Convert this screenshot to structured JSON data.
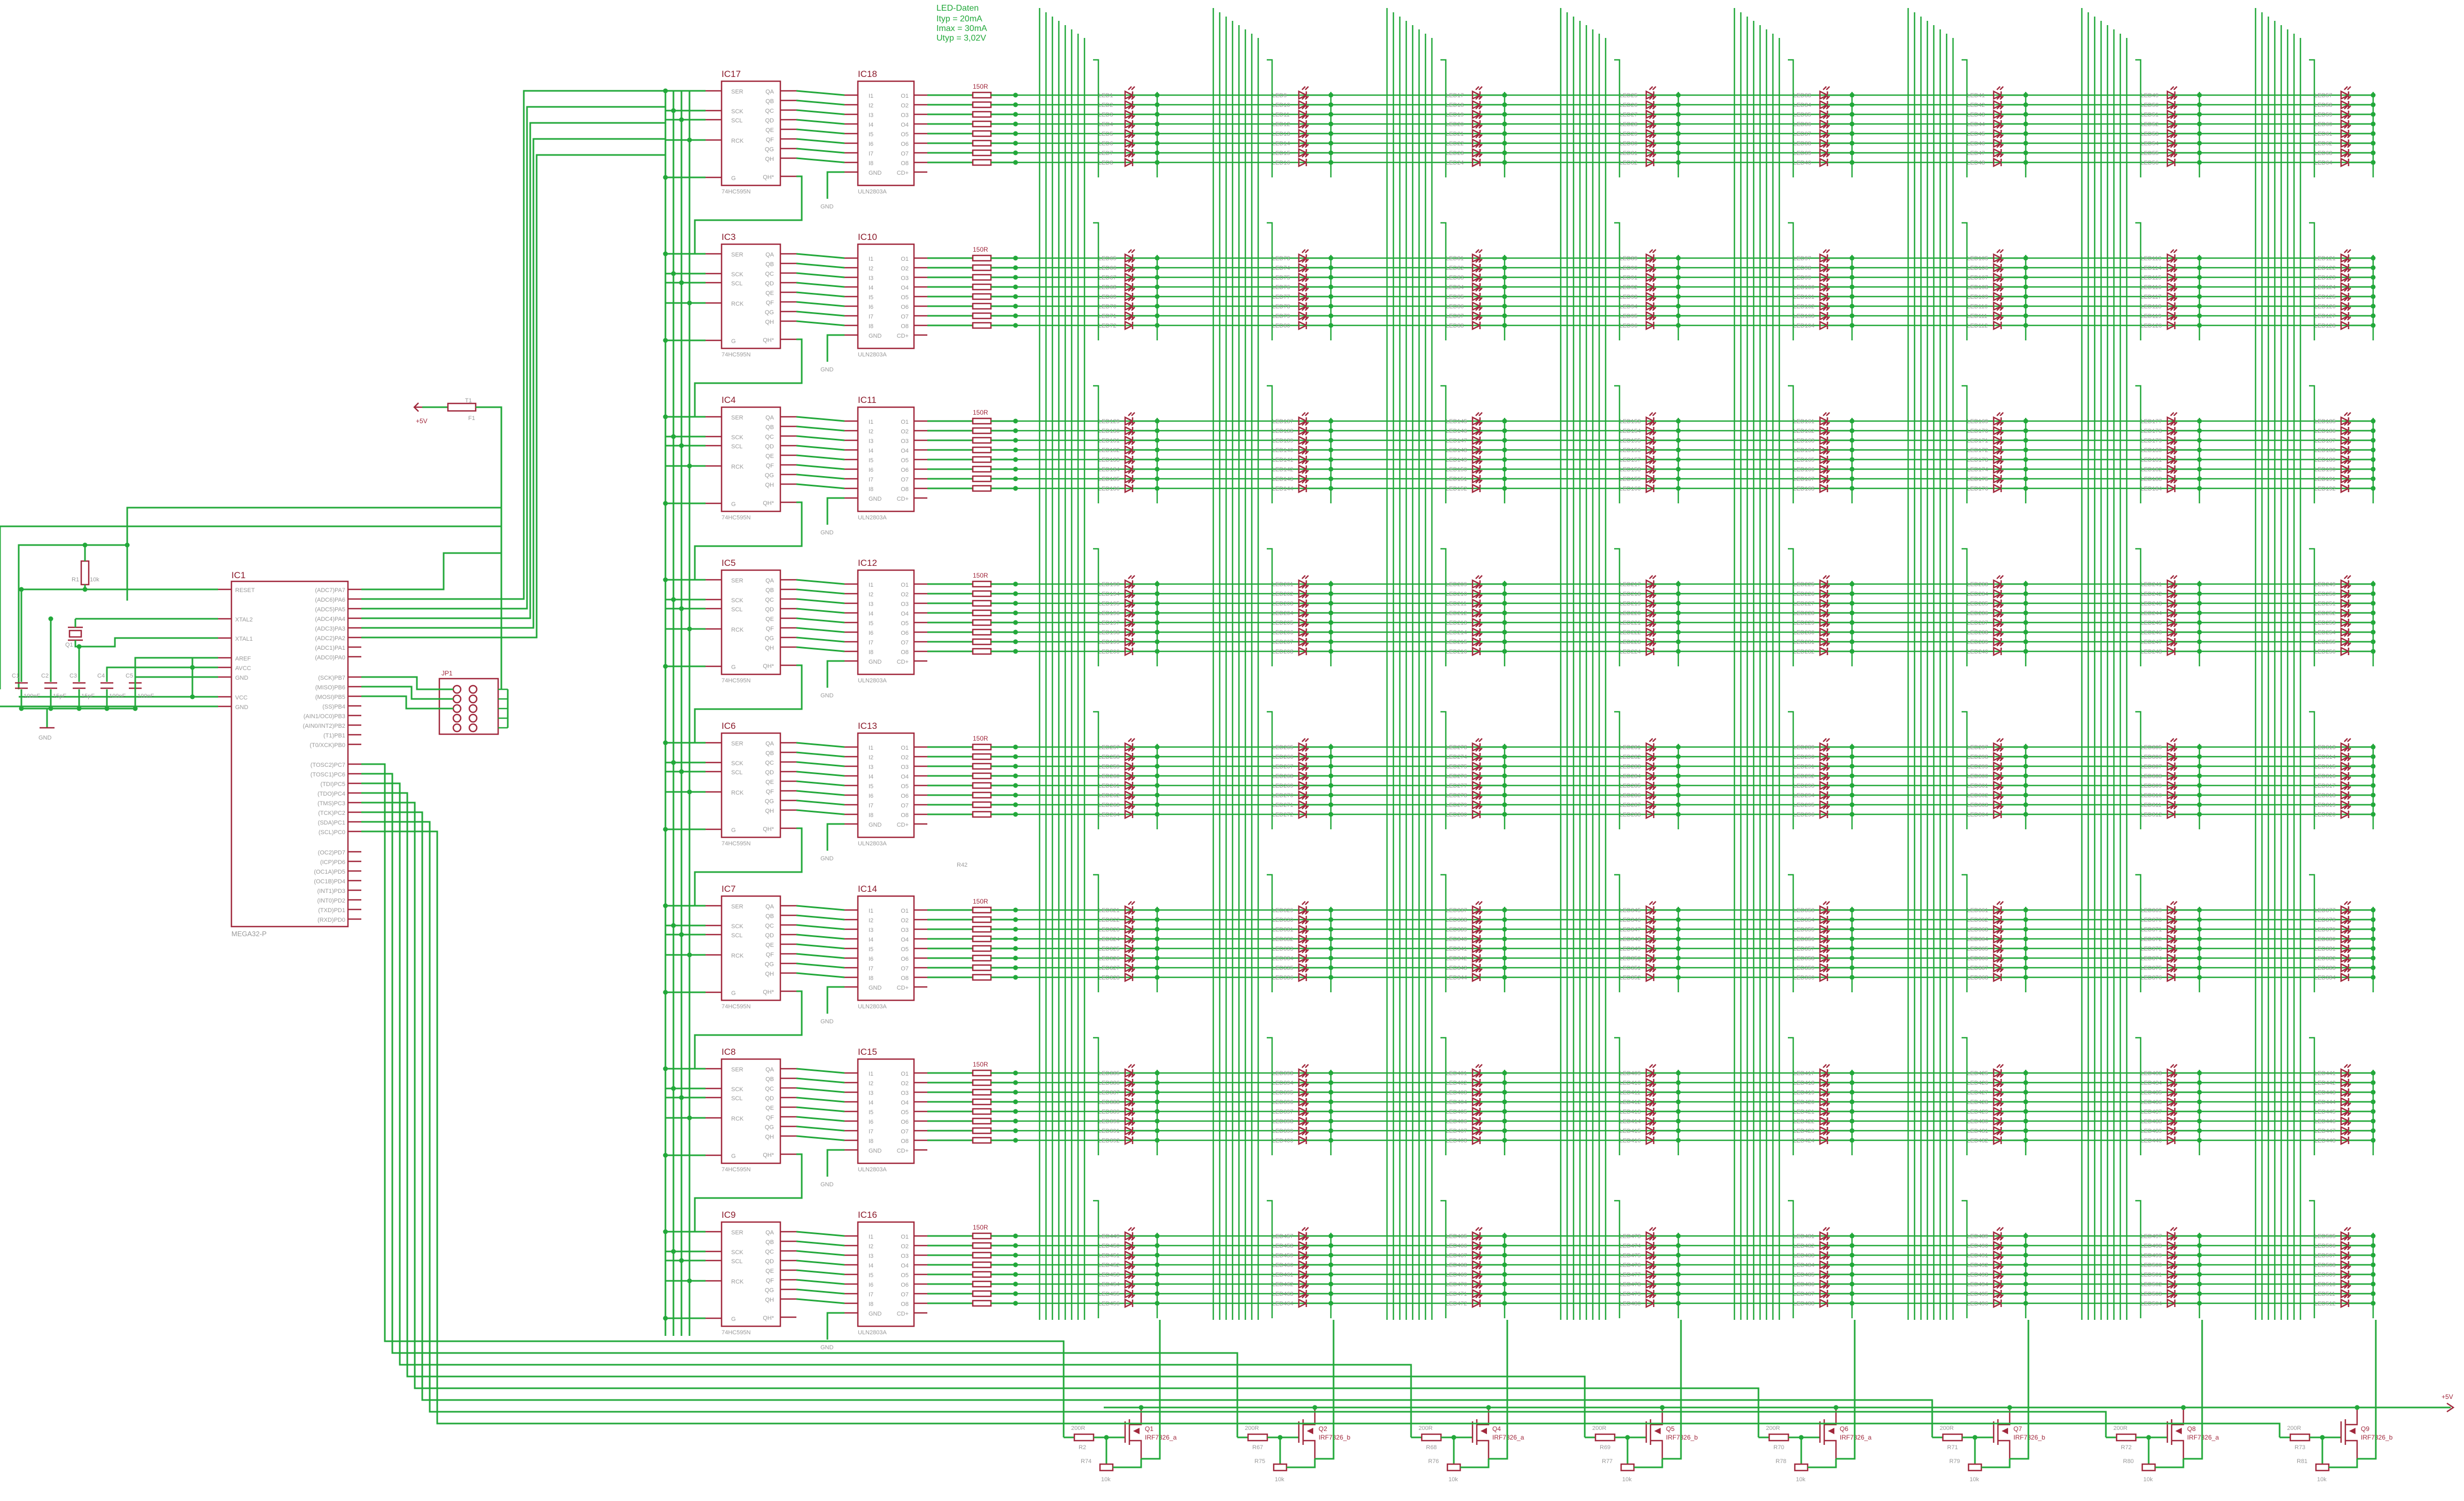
{
  "notes": {
    "title": "LED-Daten",
    "lines": [
      "Ityp = 20mA",
      "Imax = 30mA",
      "Utyp = 3,02V"
    ]
  },
  "mcu": {
    "name": "IC1",
    "part": "MEGA32-P",
    "left_pins": [
      "RESET",
      "XTAL2",
      "XTAL1",
      "AREF",
      "AVCC",
      "GND",
      "VCC",
      "GND"
    ],
    "right_pins_a": [
      "(ADC7)PA7",
      "(ADC6)PA6",
      "(ADC5)PA5",
      "(ADC4)PA4",
      "(ADC3)PA3",
      "(ADC2)PA2",
      "(ADC1)PA1",
      "(ADC0)PA0"
    ],
    "right_pins_b": [
      "(SCK)PB7",
      "(MISO)PB6",
      "(MOSI)PB5",
      "(SS)PB4",
      "(AIN1/OC0)PB3",
      "(AIN0/INT2)PB2",
      "(T1)PB1",
      "(T0/XCK)PB0"
    ],
    "right_pins_c": [
      "(TOSC2)PC7",
      "(TOSC1)PC6",
      "(TDI)PC5",
      "(TDO)PC4",
      "(TMS)PC3",
      "(TCK)PC2",
      "(SDA)PC1",
      "(SCL)PC0"
    ],
    "right_pins_d": [
      "(OC2)PD7",
      "(ICP)PD6",
      "(OC1A)PD5",
      "(OC1B)PD4",
      "(INT1)PD3",
      "(INT0)PD2",
      "(TXD)PD1",
      "(RXD)PD0"
    ]
  },
  "passives": {
    "caps": [
      {
        "name": "C1",
        "value": "100nF"
      },
      {
        "name": "C2",
        "value": "15pF"
      },
      {
        "name": "C3",
        "value": "15pF"
      },
      {
        "name": "C4",
        "value": "100nF"
      },
      {
        "name": "C5",
        "value": "100nF"
      }
    ],
    "quartz": "Q1",
    "pullup": {
      "name": "R1",
      "value": "10k"
    },
    "gnd_label": "GND",
    "connector": "JP1"
  },
  "fuse": {
    "name": "F1",
    "supply": "+5V",
    "value": "T1"
  },
  "shift_registers": {
    "part": "74HC595N",
    "names": [
      "IC17",
      "IC3",
      "IC4",
      "IC5",
      "IC6",
      "IC7",
      "IC8",
      "IC9"
    ],
    "left_pins": [
      "SER",
      "SCK",
      "SCL",
      "RCK",
      "G"
    ],
    "right_pins": [
      "QA",
      "QB",
      "QC",
      "QD",
      "QE",
      "QF",
      "QG",
      "QH",
      "QH*"
    ]
  },
  "drivers": {
    "part": "ULN2803A",
    "names": [
      "IC18",
      "IC10",
      "IC11",
      "IC12",
      "IC13",
      "IC14",
      "IC15",
      "IC16"
    ],
    "left_pins": [
      "I1",
      "I2",
      "I3",
      "I4",
      "I5",
      "I6",
      "I7",
      "I8",
      "GND"
    ],
    "right_pins": [
      "O1",
      "O2",
      "O3",
      "O4",
      "O5",
      "O6",
      "O7",
      "O8",
      "CD+"
    ],
    "gnd_label": "GND"
  },
  "series_resistor_value": "150R",
  "stray_label": "R42",
  "led_grid": {
    "rows": 8,
    "cols": 8,
    "leds_per_block": 8,
    "label_prefix": "LED"
  },
  "transistors": [
    {
      "gate_r": "R2",
      "gate_val": "200R",
      "q": "Q1",
      "part": "IRF7326_a",
      "pd_r": "R74",
      "pd_val": "10k"
    },
    {
      "gate_r": "R67",
      "gate_val": "200R",
      "q": "Q2",
      "part": "IRF7326_b",
      "pd_r": "R75",
      "pd_val": "10k"
    },
    {
      "gate_r": "R68",
      "gate_val": "200R",
      "q": "Q4",
      "part": "IRF7326_a",
      "pd_r": "R76",
      "pd_val": "10k"
    },
    {
      "gate_r": "R69",
      "gate_val": "200R",
      "q": "Q5",
      "part": "IRF7326_b",
      "pd_r": "R77",
      "pd_val": "10k"
    },
    {
      "gate_r": "R70",
      "gate_val": "200R",
      "q": "Q6",
      "part": "IRF7326_a",
      "pd_r": "R78",
      "pd_val": "10k"
    },
    {
      "gate_r": "R71",
      "gate_val": "200R",
      "q": "Q7",
      "part": "IRF7326_b",
      "pd_r": "R79",
      "pd_val": "10k"
    },
    {
      "gate_r": "R72",
      "gate_val": "200R",
      "q": "Q8",
      "part": "IRF7326_a",
      "pd_r": "R80",
      "pd_val": "10k"
    },
    {
      "gate_r": "R73",
      "gate_val": "200R",
      "q": "Q9",
      "part": "IRF7326_b",
      "pd_r": "R81",
      "pd_val": "10k"
    }
  ],
  "supply_right": "+5V"
}
